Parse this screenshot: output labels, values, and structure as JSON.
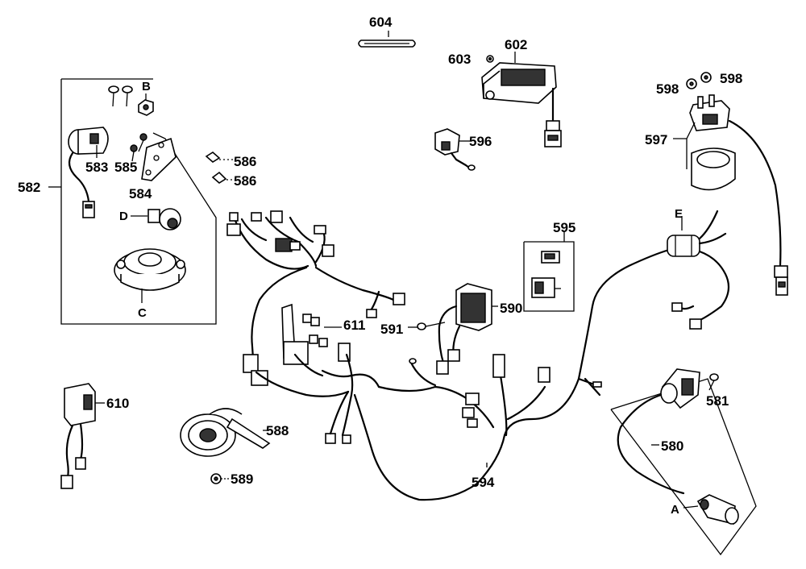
{
  "labels": {
    "p580": "580",
    "p581": "581",
    "p582": "582",
    "p583": "583",
    "p584": "584",
    "p585": "585",
    "p586a": "586",
    "p586b": "586",
    "p588": "588",
    "p589": "589",
    "p590": "590",
    "p591": "591",
    "p594": "594",
    "p595": "595",
    "p596": "596",
    "p597": "597",
    "p598a": "598",
    "p598b": "598",
    "p602": "602",
    "p603": "603",
    "p604": "604",
    "p610": "610",
    "p611": "611",
    "A": "A",
    "B": "B",
    "C": "C",
    "D": "D",
    "E": "E"
  }
}
